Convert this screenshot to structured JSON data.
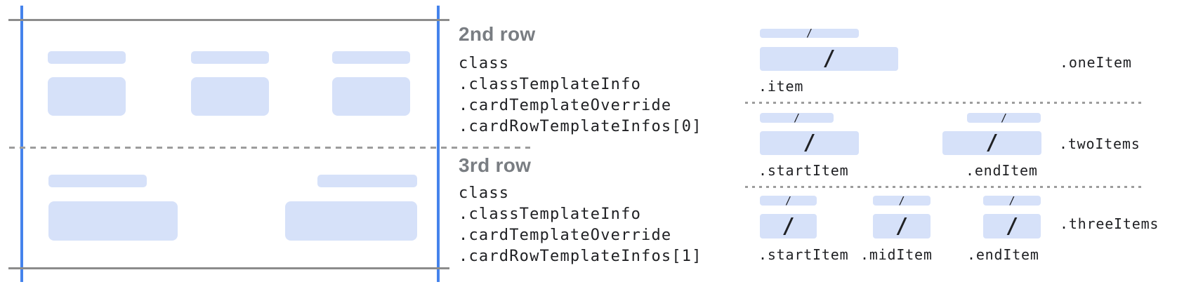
{
  "colors": {
    "accent-blue": "#4583ec",
    "fill-blue": "#d6e1f9",
    "line-gray": "#8c8c8c",
    "dash-gray": "#9d9d9d",
    "heading-gray": "#797d82",
    "code-dark": "#202124"
  },
  "glyphs": {
    "slash": "/"
  },
  "annotations": {
    "second_row": {
      "title": "2nd row",
      "lines": [
        "class",
        ".classTemplateInfo",
        ".cardTemplateOverride",
        ".cardRowTemplateInfos[0]"
      ]
    },
    "third_row": {
      "title": "3rd row",
      "lines": [
        "class",
        ".classTemplateInfo",
        ".cardTemplateOverride",
        ".cardRowTemplateInfos[1]"
      ]
    }
  },
  "templates": {
    "one_item": {
      "row_label": ".oneItem",
      "items": [
        {
          "label": ".item"
        }
      ]
    },
    "two_items": {
      "row_label": ".twoItems",
      "items": [
        {
          "label": ".startItem"
        },
        {
          "label": ".endItem"
        }
      ]
    },
    "three_items": {
      "row_label": ".threeItems",
      "items": [
        {
          "label": ".startItem"
        },
        {
          "label": ".midItem"
        },
        {
          "label": ".endItem"
        }
      ]
    }
  }
}
